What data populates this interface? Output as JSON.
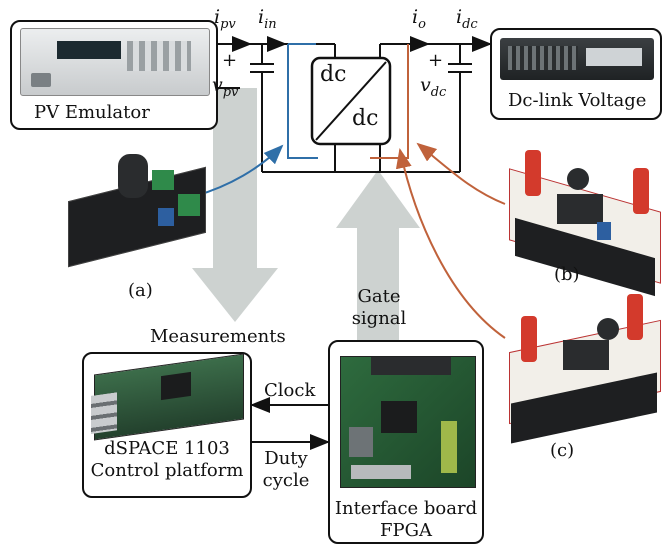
{
  "signals": {
    "i_pv": "i",
    "i_pv_sub": "pv",
    "i_in": "i",
    "i_in_sub": "in",
    "i_o": "i",
    "i_o_sub": "o",
    "i_dc": "i",
    "i_dc_sub": "dc",
    "v_pv": "v",
    "v_pv_sub": "pv",
    "v_dc": "v",
    "v_dc_sub": "dc",
    "plus_left": "+",
    "plus_right": "+"
  },
  "converter": {
    "top": "dc",
    "bottom": "dc"
  },
  "boxes": {
    "pv_emulator": "PV Emulator",
    "dc_link": "Dc-link Voltage",
    "dspace_line1": "dSPACE 1103",
    "dspace_line2": "Control platform",
    "interface_line1": "Interface board",
    "interface_line2": "FPGA"
  },
  "labels": {
    "measurements": "Measurements",
    "gate_line1": "Gate",
    "gate_line2": "signal",
    "clock": "Clock",
    "duty_line1": "Duty",
    "duty_line2": "cycle",
    "fig_a": "(a)",
    "fig_b": "(b)",
    "fig_c": "(c)"
  },
  "colors": {
    "blue_path": "#2f6fa8",
    "orange_path": "#c0623b",
    "grey_arrow": "#cdd2d0",
    "board_red": "#d33a2c",
    "board_green": "#2f8a4a"
  }
}
